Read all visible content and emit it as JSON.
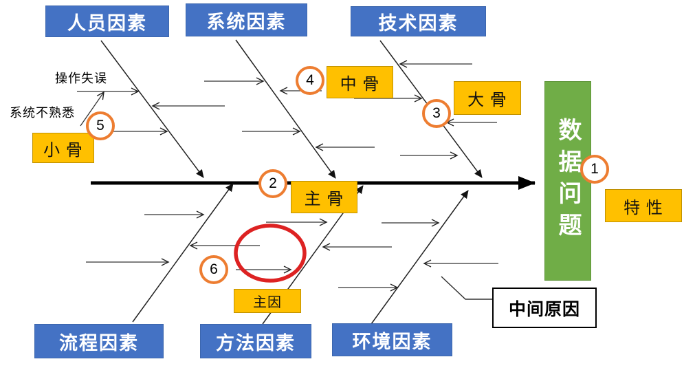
{
  "diagram_type": "fishbone-cause-effect",
  "colors": {
    "category_blue": "#4472C4",
    "bone_yellow": "#FFC000",
    "head_green": "#70AD47",
    "marker_ring_orange": "#ED7D31",
    "highlight_red": "#DD2222"
  },
  "head": {
    "label": "数据问题"
  },
  "effect_tag": {
    "label": "特 性"
  },
  "categories": {
    "top": [
      {
        "label": "人员因素"
      },
      {
        "label": "系统因素"
      },
      {
        "label": "技术因素"
      }
    ],
    "bottom": [
      {
        "label": "流程因素"
      },
      {
        "label": "方法因素"
      },
      {
        "label": "环境因素"
      }
    ]
  },
  "bone_tags": {
    "small_bone": "小 骨",
    "middle_bone": "中 骨",
    "big_bone": "大 骨",
    "main_bone": "主 骨",
    "main_cause": "主因",
    "intermediate_cause": "中间原因"
  },
  "cause_notes": {
    "note1": "操作失误",
    "note2": "系统不熟悉"
  },
  "step_markers": [
    "1",
    "2",
    "3",
    "4",
    "5",
    "6"
  ]
}
